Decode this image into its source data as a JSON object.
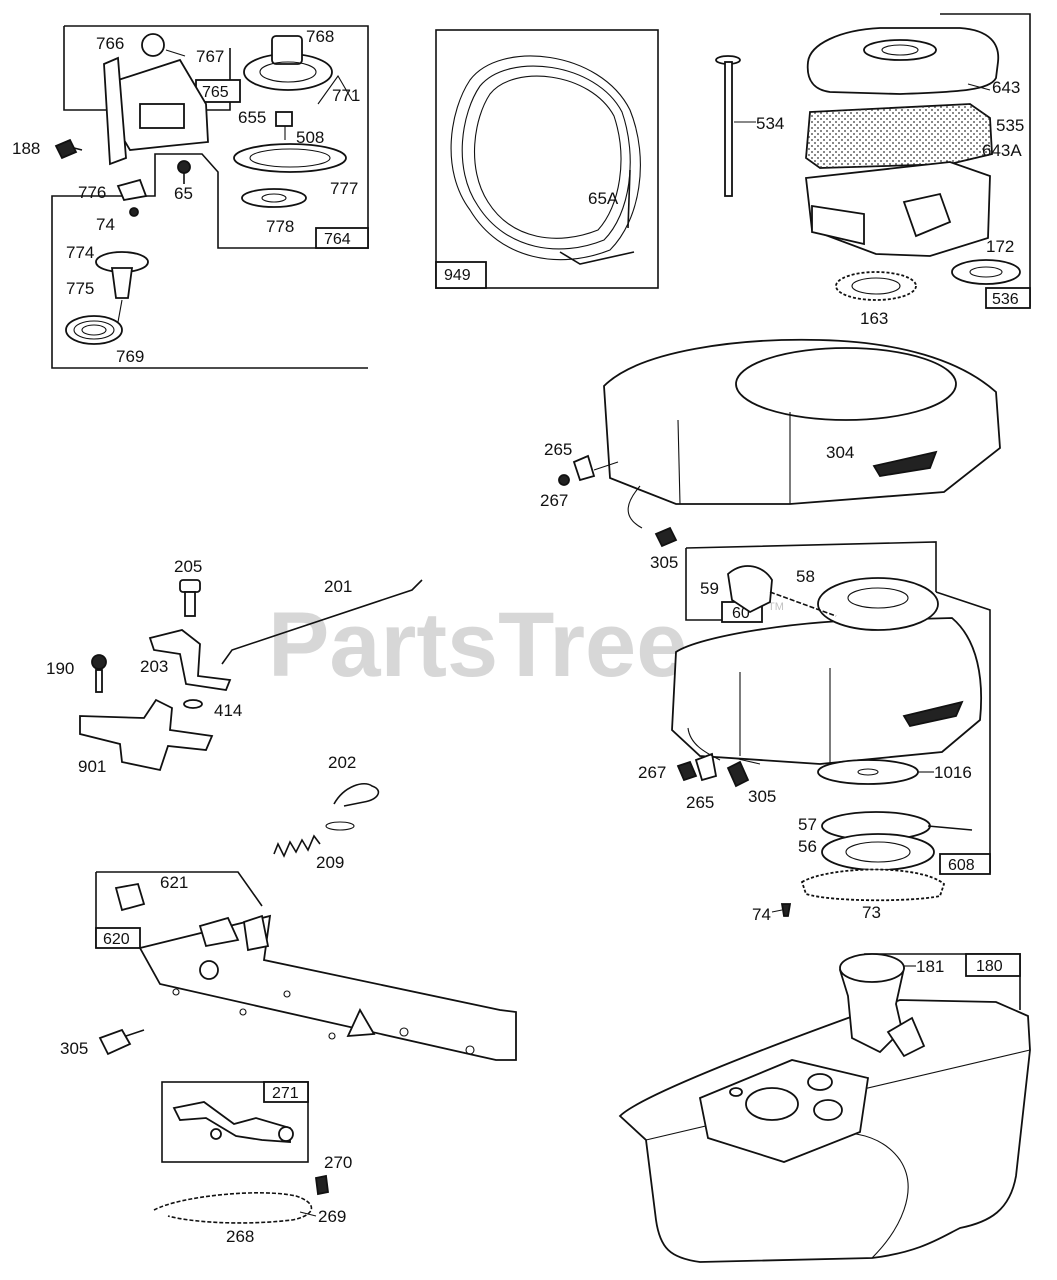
{
  "watermark": "PartsTree",
  "watermark_tm": "TM",
  "boxes": {
    "b765": "765",
    "b764": "764",
    "b949": "949",
    "b536": "536",
    "b60": "60",
    "b608": "608",
    "b620": "620",
    "b271": "271",
    "b180": "180"
  },
  "labels": {
    "l766": "766",
    "l767": "767",
    "l768": "768",
    "l771": "771",
    "l655": "655",
    "l508": "508",
    "l188": "188",
    "l65": "65",
    "l777": "777",
    "l776": "776",
    "l74a": "74",
    "l778": "778",
    "l774": "774",
    "l775": "775",
    "l769": "769",
    "l65A": "65A",
    "l534": "534",
    "l643": "643",
    "l535": "535",
    "l643A": "643A",
    "l172": "172",
    "l163": "163",
    "l304": "304",
    "l265a": "265",
    "l267a": "267",
    "l305a": "305",
    "l59": "59",
    "l58": "58",
    "l205": "205",
    "l201": "201",
    "l190": "190",
    "l203": "203",
    "l414": "414",
    "l901": "901",
    "l202": "202",
    "l209": "209",
    "l267b": "267",
    "l265b": "265",
    "l305b": "305",
    "l1016": "1016",
    "l57": "57",
    "l56": "56",
    "l73": "73",
    "l74b": "74",
    "l621": "621",
    "l305c": "305",
    "l270": "270",
    "l269": "269",
    "l268": "268",
    "l181": "181"
  }
}
